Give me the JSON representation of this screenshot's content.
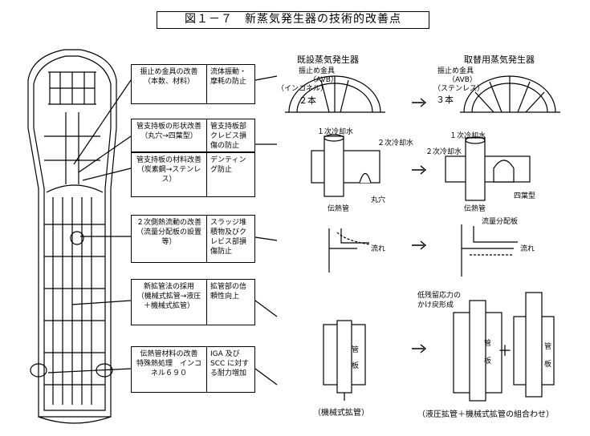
{
  "title": "図１－７　新蒸気発生器の技術的改善点",
  "headers": {
    "existing": "既設蒸気発生器",
    "replacement": "取替用蒸気発生器"
  },
  "improvements": [
    {
      "item": "振止め金具の改善",
      "detail": "（本数、材料）",
      "effect": "流体振動・摩耗の防止"
    },
    {
      "item": "管支持板の形状改善",
      "detail": "（丸穴→四葉型）",
      "effect": "管支持板部クレビス損傷の防止"
    },
    {
      "item": "管支持板の材料改善",
      "detail": "（炭素鋼→ステンレス）",
      "effect": "デンティング防止"
    },
    {
      "item": "２次側熱流動の改善",
      "detail": "（流量分配板の設置等）",
      "effect": "スラッジ堆積物及びクレビス部損傷防止"
    },
    {
      "item": "新拡管法の採用",
      "detail": "（機械式拡管→液圧＋機械式拡管）",
      "effect": "拡管部の信頼性向上"
    },
    {
      "item": "伝熱管材料の改善",
      "detail": "特殊熱処理　インコネル６９０",
      "effect": "IGA 及び SCC に対する耐力増加"
    }
  ],
  "labels": {
    "avb_old_1": "振止め金具",
    "avb_old_2": "（AVB）",
    "avb_old_3": "（インコネル）",
    "avb_old_count": "２本",
    "avb_new_1": "振止め金具",
    "avb_new_2": "（AVB）",
    "avb_new_3": "（ステンレス）",
    "avb_new_count": "３本",
    "primary_coolant_old": "１次冷却水",
    "secondary_coolant_old": "２次冷却水",
    "primary_coolant_new": "１次冷却水",
    "secondary_coolant_new": "２次冷却水",
    "tube_old": "伝熱管",
    "round_hole": "丸穴",
    "tube_new": "伝熱管",
    "quatrefoil": "四葉型",
    "flow_old": "流れ",
    "flow_baffle": "流量分配板",
    "flow_new": "流れ",
    "residual_stress": "低残留応力の",
    "step_formation": "かけ戻形成",
    "tube_a": "管",
    "sheet_a": "板",
    "tube_b": "管",
    "sheet_b": "板",
    "tube_c": "管",
    "sheet_c": "板",
    "plus": "＋",
    "mech_expansion": "（機械式拡管）",
    "combo_expansion": "（液圧拡管＋機械式拡管の組合わせ）"
  }
}
